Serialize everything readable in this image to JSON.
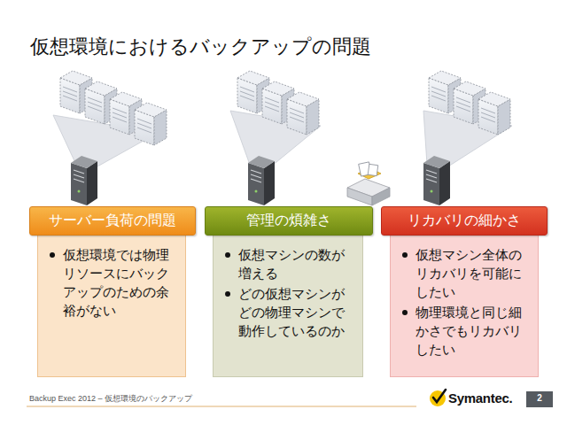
{
  "diagram": {
    "title": "仮想環境におけるバックアップの問題",
    "nodes": [
      {
        "text": [
          "サーバー負荷の問題"
        ]
      },
      {
        "text": [
          "仮想環境では物理リソースにバックアップのための余裕がない"
        ]
      },
      {
        "text": [
          "管理の煩雑さ"
        ]
      },
      {
        "text": [
          "仮想マシンの数が増える",
          "どの仮想マシンがどの物理マシンで動作しているのか"
        ]
      },
      {
        "text": [
          "リカバリの細かさ"
        ]
      },
      {
        "text": [
          "仮想マシン全体のリカバリを可能にしたい",
          "物理環境と同じ細かさでもリカバリしたい"
        ]
      }
    ],
    "labels": [
      "Backup Exec 2012 – 仮想環境のバックアップ",
      "Symantec.",
      "2"
    ]
  }
}
